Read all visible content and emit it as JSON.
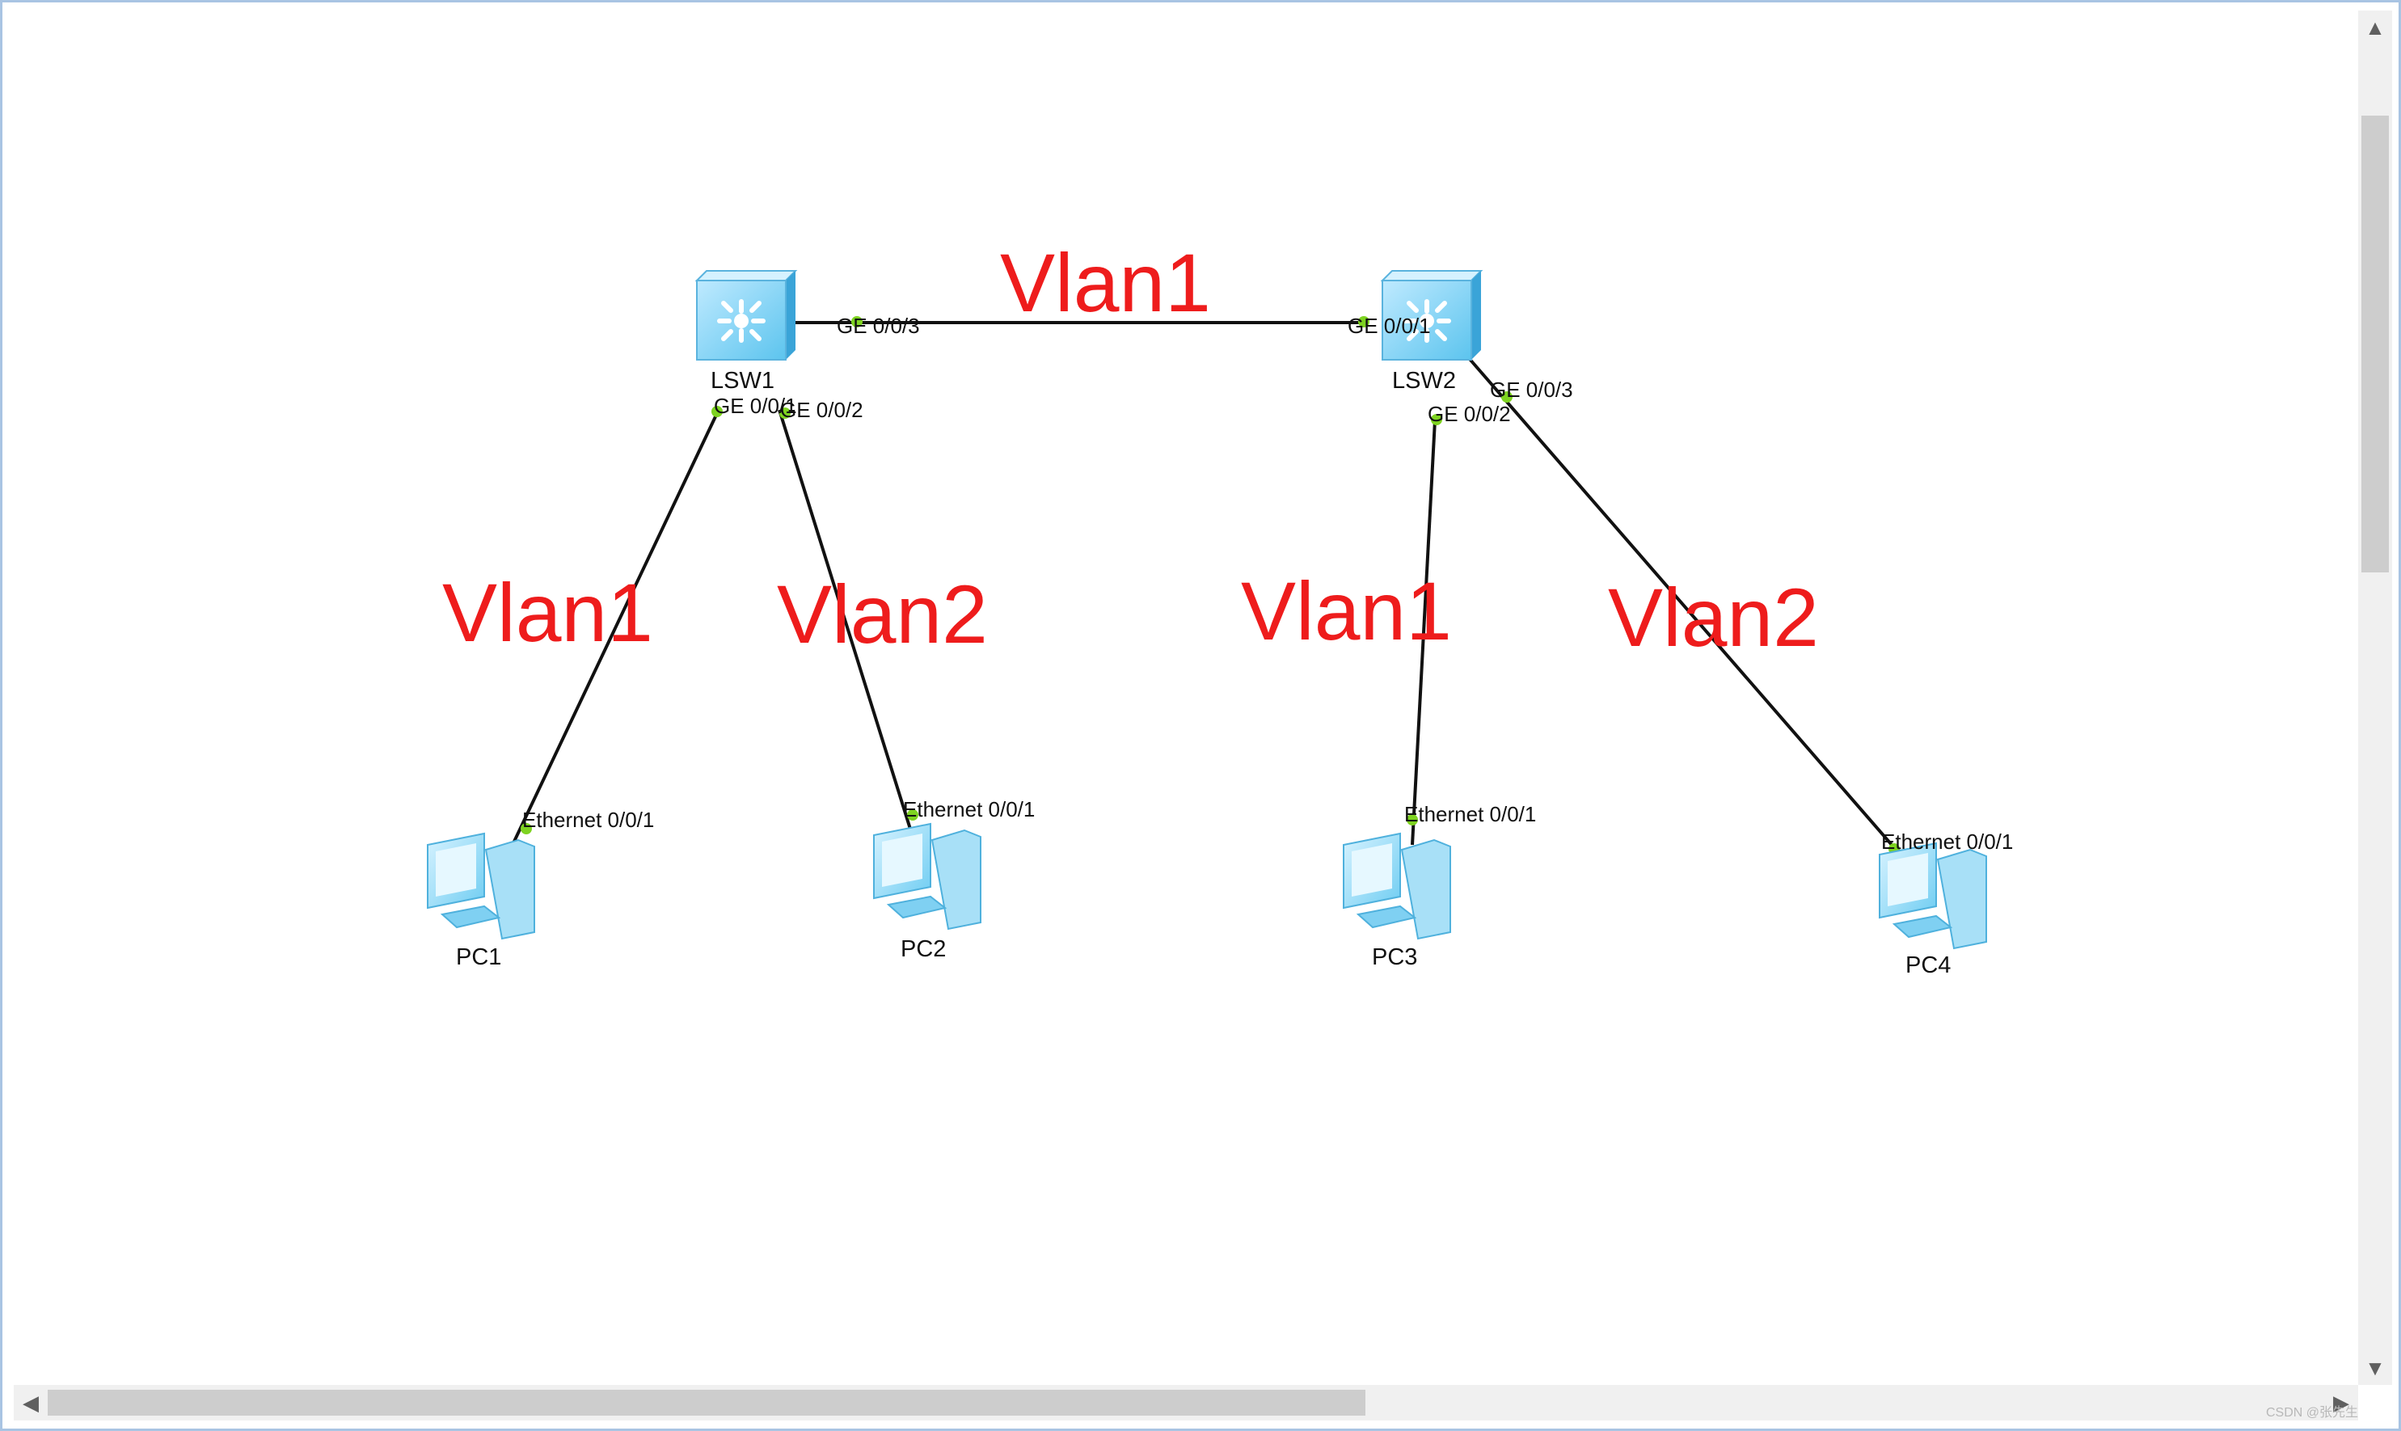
{
  "devices": [
    {
      "id": "LSW1",
      "label": "LSW1",
      "type": "switch"
    },
    {
      "id": "LSW2",
      "label": "LSW2",
      "type": "switch"
    },
    {
      "id": "PC1",
      "label": "PC1",
      "type": "pc"
    },
    {
      "id": "PC2",
      "label": "PC2",
      "type": "pc"
    },
    {
      "id": "PC3",
      "label": "PC3",
      "type": "pc"
    },
    {
      "id": "PC4",
      "label": "PC4",
      "type": "pc"
    }
  ],
  "links": [
    {
      "from": "LSW1",
      "to": "LSW2",
      "from_port": "GE 0/0/3",
      "to_port": "GE 0/0/1",
      "vlan": "Vlan1"
    },
    {
      "from": "LSW1",
      "to": "PC1",
      "from_port": "GE 0/0/1",
      "to_port": "Ethernet 0/0/1",
      "vlan": "Vlan1"
    },
    {
      "from": "LSW1",
      "to": "PC2",
      "from_port": "GE 0/0/2",
      "to_port": "Ethernet 0/0/1",
      "vlan": "Vlan2"
    },
    {
      "from": "LSW2",
      "to": "PC3",
      "from_port": "GE 0/0/2",
      "to_port": "Ethernet 0/0/1",
      "vlan": "Vlan1"
    },
    {
      "from": "LSW2",
      "to": "PC4",
      "from_port": "GE 0/0/3",
      "to_port": "Ethernet 0/0/1",
      "vlan": "Vlan2"
    }
  ],
  "colors": {
    "annotation": "#ee1c1c",
    "port_dot": "#7ed321",
    "link": "#111111",
    "device": "#7fd0f2"
  },
  "watermark": "CSDN @张先生",
  "icons": {
    "switch": "switch-icon",
    "pc": "pc-icon",
    "scroll_up": "arrow-up-icon",
    "scroll_down": "arrow-down-icon",
    "scroll_left": "arrow-left-icon",
    "scroll_right": "arrow-right-icon"
  }
}
